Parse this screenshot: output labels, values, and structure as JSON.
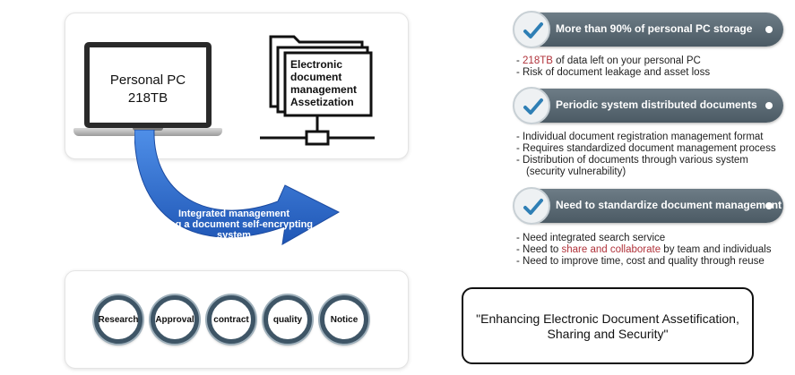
{
  "pc": {
    "title": "Personal PC",
    "size": "218TB"
  },
  "folder": {
    "lines": [
      "Electronic",
      "document",
      "management",
      "Assetization"
    ]
  },
  "arrow": {
    "lines": [
      "Integrated management",
      "using a document self-encrypting",
      "system"
    ]
  },
  "circles": [
    "Research",
    "Approval",
    "contract",
    "quality",
    "Notice"
  ],
  "sections": [
    {
      "title": "More than 90% of personal PC storage",
      "bullets": [
        {
          "prefix": "- ",
          "highlight": "218TB",
          "rest": " of data left on your personal PC"
        },
        {
          "prefix": "- ",
          "highlight": "",
          "rest": "Risk of document leakage and asset loss"
        }
      ]
    },
    {
      "title": "Periodic system distributed documents",
      "bullets": [
        {
          "prefix": "- ",
          "highlight": "",
          "rest": "Individual document registration management format"
        },
        {
          "prefix": "- ",
          "highlight": "",
          "rest": "Requires standardized document management process"
        },
        {
          "prefix": "- ",
          "highlight": "",
          "rest": "Distribution of documents through various system"
        },
        {
          "prefix": "",
          "highlight": "",
          "rest": "(security vulnerability)"
        }
      ]
    },
    {
      "title": "Need to standardize document management",
      "bullets": [
        {
          "prefix": "- ",
          "highlight": "",
          "rest": "Need integrated search service"
        },
        {
          "prefix": "- Need to ",
          "highlight": "share and collaborate",
          "rest": " by team and individuals"
        },
        {
          "prefix": "- ",
          "highlight": "",
          "rest": "Need to improve time, cost and quality through reuse"
        }
      ]
    }
  ],
  "quote": {
    "line1": "\"Enhancing Electronic Document Assetification,",
    "line2": "Sharing and Security\""
  },
  "colors": {
    "arrow": "#2f6fd0",
    "pill": "#56656f",
    "check": "#2f7fb5",
    "highlight": "#b0323a"
  }
}
